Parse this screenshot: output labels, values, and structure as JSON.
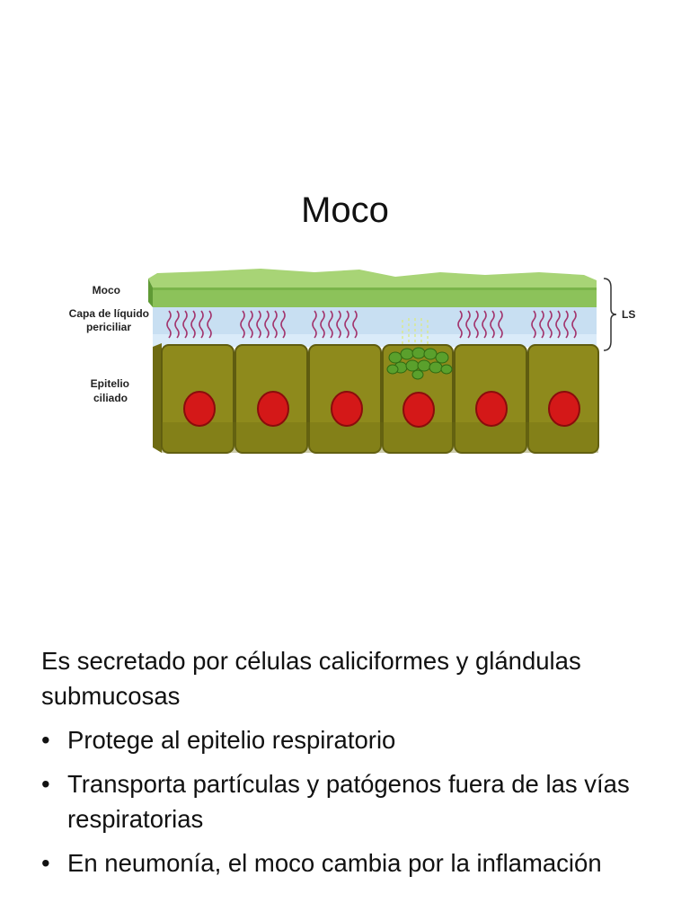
{
  "slide": {
    "title": "Moco"
  },
  "figure": {
    "labels": {
      "moco": "Moco",
      "capa_line1": "Capa de líquido",
      "capa_line2": "periciliar",
      "epitelio_line1": "Epitelio",
      "epitelio_line2": "ciliado",
      "ls": "LS"
    },
    "colors": {
      "mucus": "#8cc25a",
      "mucus_dark": "#5f9a35",
      "fluid": "#c8dff2",
      "cilia": "#a2356e",
      "cell": "#8e8a1c",
      "cell_edge": "#5f5c10",
      "nucleus": "#d41818",
      "goblet_granules": "#5aa02c"
    }
  },
  "content": {
    "intro": "Es secretado por células caliciformes y glándulas submucosas",
    "bullets": [
      "Protege al epitelio respiratorio",
      "Transporta partículas y patógenos fuera de las vías respiratorias",
      "En neumonía, el moco cambia por la inflamación"
    ],
    "bullet_symbol": "•"
  }
}
